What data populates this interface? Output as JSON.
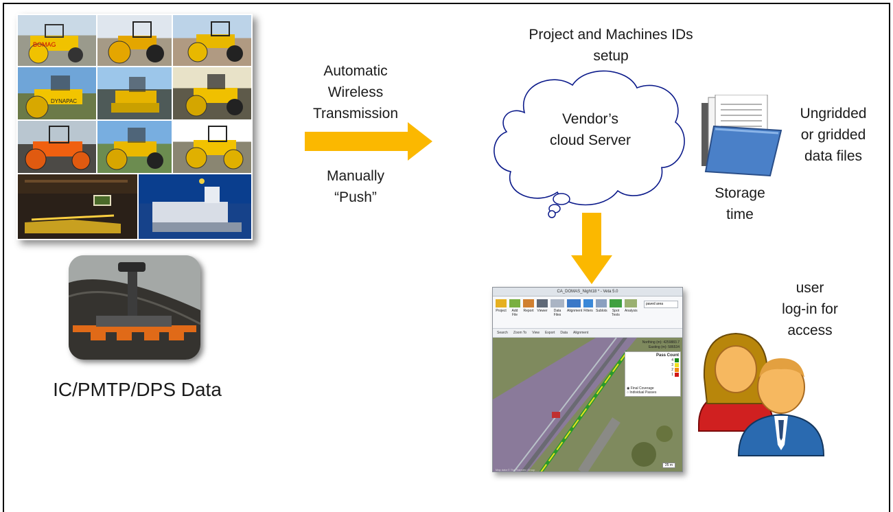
{
  "left_caption": "IC/PMTP/DPS Data",
  "transmission": {
    "lines": [
      "Automatic",
      "Wireless",
      "Transmission"
    ],
    "manual_lines": [
      "Manually",
      "“Push”"
    ]
  },
  "cloud": {
    "top_lines": [
      "Project and Machines IDs",
      "setup"
    ],
    "inner_lines": [
      "Vendor’s",
      "cloud Server"
    ]
  },
  "files": {
    "lines": [
      "Ungridded",
      "or gridded",
      "data files"
    ],
    "storage_lines": [
      "Storage",
      "time"
    ]
  },
  "users": {
    "lines": [
      "user",
      "log-in for",
      "access"
    ]
  },
  "software": {
    "title": "CA_DOMAS_Night18 * - Veta 5.0",
    "ribbon": [
      "Project",
      "Add File",
      "Report",
      "Viewer",
      "Data Files",
      "Alignment",
      "Filters",
      "Sublots",
      "Spot Tests",
      "Analysis"
    ],
    "search_box": "paved area",
    "toolbar": [
      "Search",
      "Zoom To",
      "View",
      "Export",
      "Data",
      "Alignment"
    ],
    "coords": [
      "Northing (m): 4259883.7",
      "Easting (m): 586534"
    ],
    "legend_title": "Pass Count",
    "legend": [
      {
        "label": "4",
        "color": "#1a8a1a"
      },
      {
        "label": "3",
        "color": "#f0e020"
      },
      {
        "label": "2",
        "color": "#f08a10"
      },
      {
        "label": "1",
        "color": "#d01818"
      }
    ],
    "options": [
      "Final Coverage",
      "Individual Passes"
    ],
    "scale": "25 m",
    "footer": "Map data © The Transtec Group"
  },
  "colors": {
    "arrow": "#fbb800",
    "file_folder": "#4a80c8",
    "user_female": "#d02020",
    "user_male": "#2a6ab0"
  }
}
